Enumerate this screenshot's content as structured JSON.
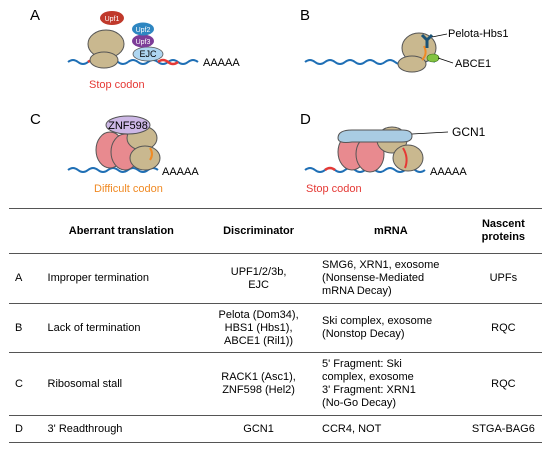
{
  "panels": {
    "a": {
      "letter": "A",
      "upf1": "Upf1",
      "upf2": "Upf2",
      "upf3": "Upf3",
      "ejc": "EJC",
      "polya": "AAAAA",
      "caption": "Stop codon"
    },
    "b": {
      "letter": "B",
      "factor1": "Pelota-Hbs1",
      "factor2": "ABCE1"
    },
    "c": {
      "letter": "C",
      "factor": "ZNF598",
      "polya": "AAAAA",
      "caption": "Difficult codon"
    },
    "d": {
      "letter": "D",
      "factor": "GCN1",
      "polya": "AAAAA",
      "caption": "Stop codon"
    }
  },
  "colors": {
    "mrna": "#1f6fb5",
    "stop": "#e53935",
    "difficult": "#f08a24",
    "ribosome": "#c9b88f",
    "stalled_ribosome": "#e88a8f",
    "upf1": "#c0392b",
    "upf2": "#2e86c1",
    "upf3": "#7d3c98",
    "ejc": "#aed6f1",
    "znf598": "#cdb8e6",
    "gcn1": "#a9cce3",
    "pelota": "#1a5276",
    "abce1": "#82c341"
  },
  "table": {
    "headers": {
      "id": "",
      "aberrant": "Aberrant translation",
      "discriminator": "Discriminator",
      "mrna": "mRNA",
      "nascent": "Nascent proteins"
    },
    "rows": [
      {
        "id": "A",
        "aberrant": "Improper termination",
        "discriminator": [
          "UPF1/2/3b,",
          "EJC"
        ],
        "mrna": [
          "SMG6, XRN1, exosome",
          "(Nonsense-Mediated",
          "mRNA Decay)"
        ],
        "nascent": "UPFs"
      },
      {
        "id": "B",
        "aberrant": "Lack of termination",
        "discriminator": [
          "Pelota (Dom34),",
          "HBS1 (Hbs1),",
          "ABCE1 (Ril1))"
        ],
        "mrna": [
          "Ski complex, exosome",
          "(Nonstop Decay)"
        ],
        "nascent": "RQC"
      },
      {
        "id": "C",
        "aberrant": "Ribosomal stall",
        "discriminator": [
          "RACK1 (Asc1),",
          "ZNF598 (Hel2)"
        ],
        "mrna": [
          "5' Fragment: Ski",
          "complex, exosome",
          "3' Fragment: XRN1",
          "(No-Go Decay)"
        ],
        "nascent": "RQC"
      },
      {
        "id": "D",
        "aberrant": "3' Readthrough",
        "discriminator": [
          "GCN1"
        ],
        "mrna": [
          "CCR4, NOT"
        ],
        "nascent": "STGA-BAG6"
      }
    ]
  }
}
